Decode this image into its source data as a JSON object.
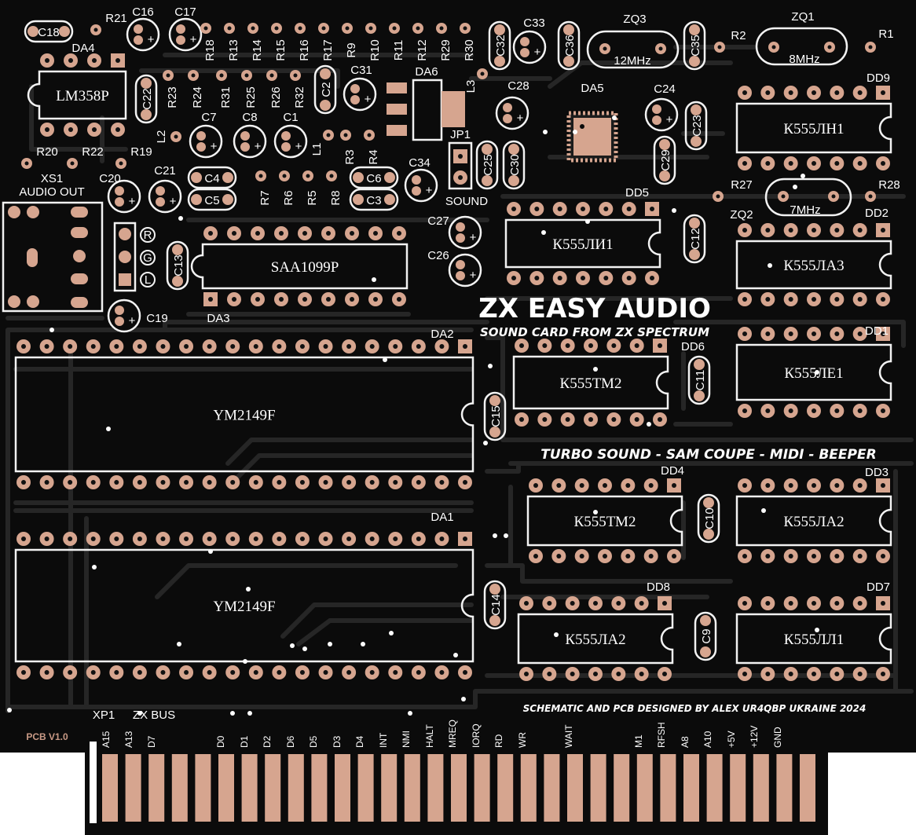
{
  "board": {
    "title": "ZX EASY AUDIO",
    "subtitle": "SOUND CARD FROM ZX SPECTRUM",
    "features": "TURBO SOUND - SAM COUPE - MIDI - BEEPER",
    "credit": "SCHEMATIC AND PCB DESIGNED BY ALEX UR4QBP UKRAINE 2024",
    "version": "PCB V1.0",
    "colors": {
      "pcb": "#0b0b0b",
      "silk": "#f2f2f2",
      "copper": "#d6a58f",
      "trace": "#262626"
    }
  },
  "connectors": {
    "audio_ref": "XS1",
    "audio_label": "AUDIO OUT",
    "audio_pins": [
      "R",
      "G",
      "L"
    ],
    "jumper_ref": "JP1",
    "jumper_label": "SOUND",
    "bus_ref": "XP1",
    "bus_label": "ZX BUS",
    "bus_pins": [
      "A15",
      "A13",
      "D7",
      "D0",
      "D1",
      "D2",
      "D6",
      "D5",
      "D3",
      "D4",
      "INT",
      "NMI",
      "HALT",
      "MREQ",
      "IORQ",
      "RD",
      "WR",
      "WAIT",
      "M1",
      "RFSH",
      "A8",
      "A10",
      "+5V",
      "+12V",
      "GND"
    ]
  },
  "chips": {
    "da1": {
      "ref": "DA1",
      "name": "YM2149F"
    },
    "da2": {
      "ref": "DA2",
      "name": "YM2149F"
    },
    "da3": {
      "ref": "DA3",
      "name": "SAA1099P"
    },
    "da4": {
      "ref": "DA4",
      "name": "LM358P"
    },
    "da5": {
      "ref": "DA5"
    },
    "da6": {
      "ref": "DA6"
    },
    "dd1": {
      "ref": "DD1",
      "name": "К555ЛЕ1"
    },
    "dd2": {
      "ref": "DD2",
      "name": "К555ЛА3"
    },
    "dd3": {
      "ref": "DD3",
      "name": "К555ЛА2"
    },
    "dd4": {
      "ref": "DD4",
      "name": "К555ТМ2"
    },
    "dd5": {
      "ref": "DD5",
      "name": "К555ЛИ1"
    },
    "dd6": {
      "ref": "DD6",
      "name": "К555ТМ2"
    },
    "dd7": {
      "ref": "DD7",
      "name": "К555ЛЛ1"
    },
    "dd8": {
      "ref": "DD8",
      "name": "К555ЛА2"
    },
    "dd9": {
      "ref": "DD9",
      "name": "К555ЛН1"
    }
  },
  "crystals": {
    "zq1": {
      "ref": "ZQ1",
      "freq": "8MHz"
    },
    "zq2": {
      "ref": "ZQ2",
      "freq": "7MHz"
    },
    "zq3": {
      "ref": "ZQ3",
      "freq": "12MHz"
    }
  },
  "caps": {
    "c1": "C1",
    "c2": "C2",
    "c3": "C3",
    "c4": "C4",
    "c5": "C5",
    "c6": "C6",
    "c7": "C7",
    "c8": "C8",
    "c9": "C9",
    "c10": "C10",
    "c11": "C11",
    "c12": "C12",
    "c13": "C13",
    "c14": "C14",
    "c15": "C15",
    "c16": "C16",
    "c17": "C17",
    "c18": "C18",
    "c19": "C19",
    "c20": "C20",
    "c21": "C21",
    "c22": "C22",
    "c23": "C23",
    "c24": "C24",
    "c25": "C25",
    "c26": "C26",
    "c27": "C27",
    "c28": "C28",
    "c29": "C29",
    "c30": "C30",
    "c31": "C31",
    "c32": "C32",
    "c33": "C33",
    "c34": "C34",
    "c35": "C35",
    "c36": "C36"
  },
  "resistors": {
    "r1": "R1",
    "r2": "R2",
    "r3": "R3",
    "r4": "R4",
    "r5": "R5",
    "r6": "R6",
    "r7": "R7",
    "r8": "R8",
    "r9": "R9",
    "r10": "R10",
    "r11": "R11",
    "r12": "R12",
    "r13": "R13",
    "r14": "R14",
    "r15": "R15",
    "r16": "R16",
    "r17": "R17",
    "r18": "R18",
    "r19": "R19",
    "r20": "R20",
    "r21": "R21",
    "r22": "R22",
    "r23": "R23",
    "r24": "R24",
    "r25": "R25",
    "r26": "R26",
    "r27": "R27",
    "r28": "R28",
    "r29": "R29",
    "r30": "R30",
    "r31": "R31",
    "r32": "R32"
  },
  "inductors": {
    "l1": "L1",
    "l2": "L2",
    "l3": "L3"
  }
}
